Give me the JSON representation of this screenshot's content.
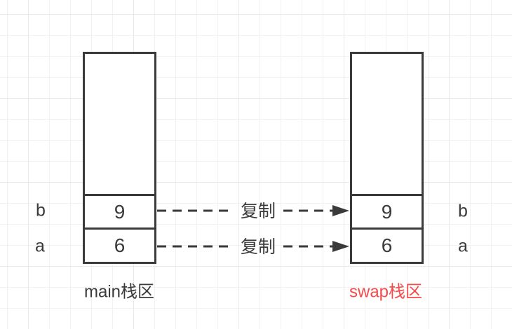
{
  "diagram": {
    "colors": {
      "stroke": "#3a3a3a",
      "accent_red": "#f74a4a",
      "grid_minor": "#f2f2f2",
      "grid_major": "#e9e9e9"
    },
    "stacks": [
      {
        "id": "main",
        "caption": "main栈区",
        "caption_color": "#3a3a3a",
        "label_side": "left",
        "frames": [
          {
            "label": "b",
            "value": "9"
          },
          {
            "label": "a",
            "value": "6"
          }
        ]
      },
      {
        "id": "swap",
        "caption": "swap栈区",
        "caption_color": "#f74a4a",
        "label_side": "right",
        "frames": [
          {
            "label": "b",
            "value": "9"
          },
          {
            "label": "a",
            "value": "6"
          }
        ]
      }
    ],
    "arrows": [
      {
        "label": "复制",
        "from": "main.b",
        "to": "swap.b",
        "style": "dashed"
      },
      {
        "label": "复制",
        "from": "main.a",
        "to": "swap.a",
        "style": "dashed"
      }
    ]
  }
}
